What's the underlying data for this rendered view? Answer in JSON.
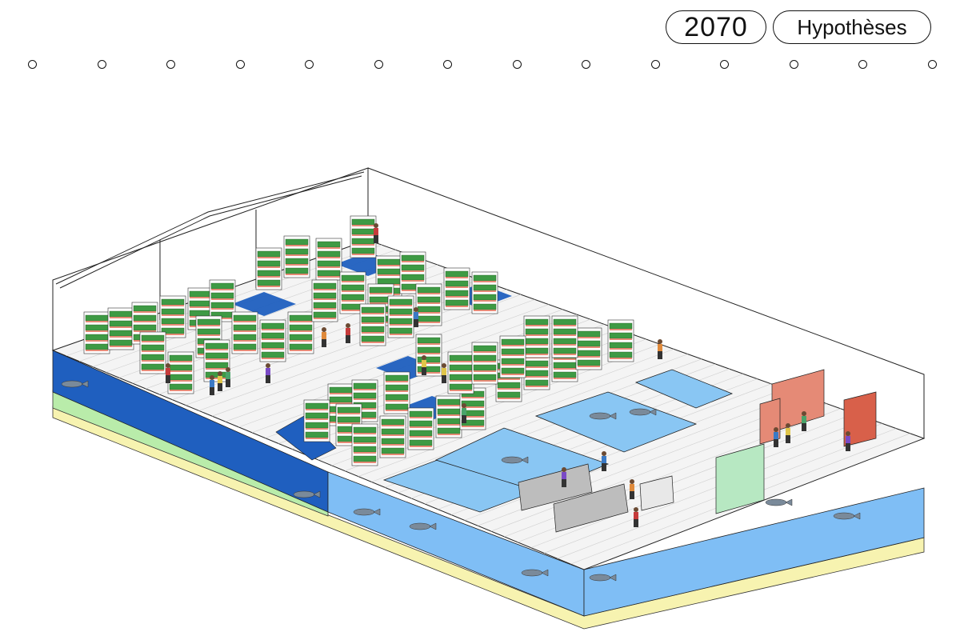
{
  "header": {
    "year_label": "2070",
    "hypotheses_label": "Hypothèses"
  },
  "timeline": {
    "stop_count": 14
  },
  "scene": {
    "subject": "isometric-aquaponic-greenhouse",
    "colors": {
      "tank_dark": "#1f5fbf",
      "tank_light": "#7fbef5",
      "pool": "#89c6f3",
      "soil_green": "#b9ecaa",
      "soil_yellow": "#f7f3b0",
      "deck": "#f4f4f4",
      "plants": "#3e9a44",
      "shelf_orange": "#e58a76",
      "shelf_mint": "#b7e8c2"
    }
  }
}
